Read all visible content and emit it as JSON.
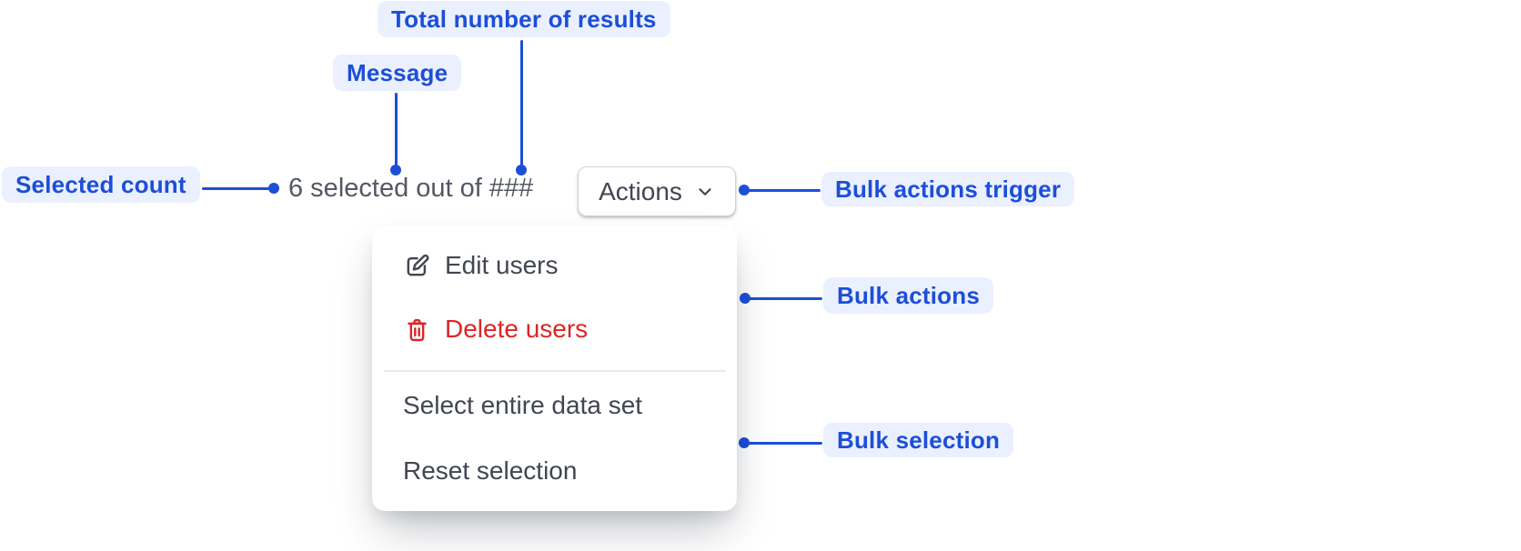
{
  "annotations": {
    "total_results": "Total number of results",
    "message": "Message",
    "selected_count": "Selected count",
    "bulk_actions_trigger": "Bulk actions trigger",
    "bulk_actions": "Bulk actions",
    "bulk_selection": "Bulk selection"
  },
  "selection_bar": {
    "message": "6 selected out of ###",
    "actions_button_label": "Actions"
  },
  "bulk_actions_menu": {
    "items": [
      {
        "label": "Edit users",
        "icon": "edit-icon",
        "style": "default"
      },
      {
        "label": "Delete users",
        "icon": "trash-icon",
        "style": "danger"
      },
      {
        "label": "Select entire data set",
        "icon": null,
        "style": "default"
      },
      {
        "label": "Reset selection",
        "icon": null,
        "style": "default"
      }
    ]
  },
  "colors": {
    "annotation_blue": "#1d4ed8",
    "annotation_chip_bg": "#eaf0fe",
    "danger_red": "#dc2626",
    "text_dark": "#414651",
    "text_gray": "#535862"
  }
}
